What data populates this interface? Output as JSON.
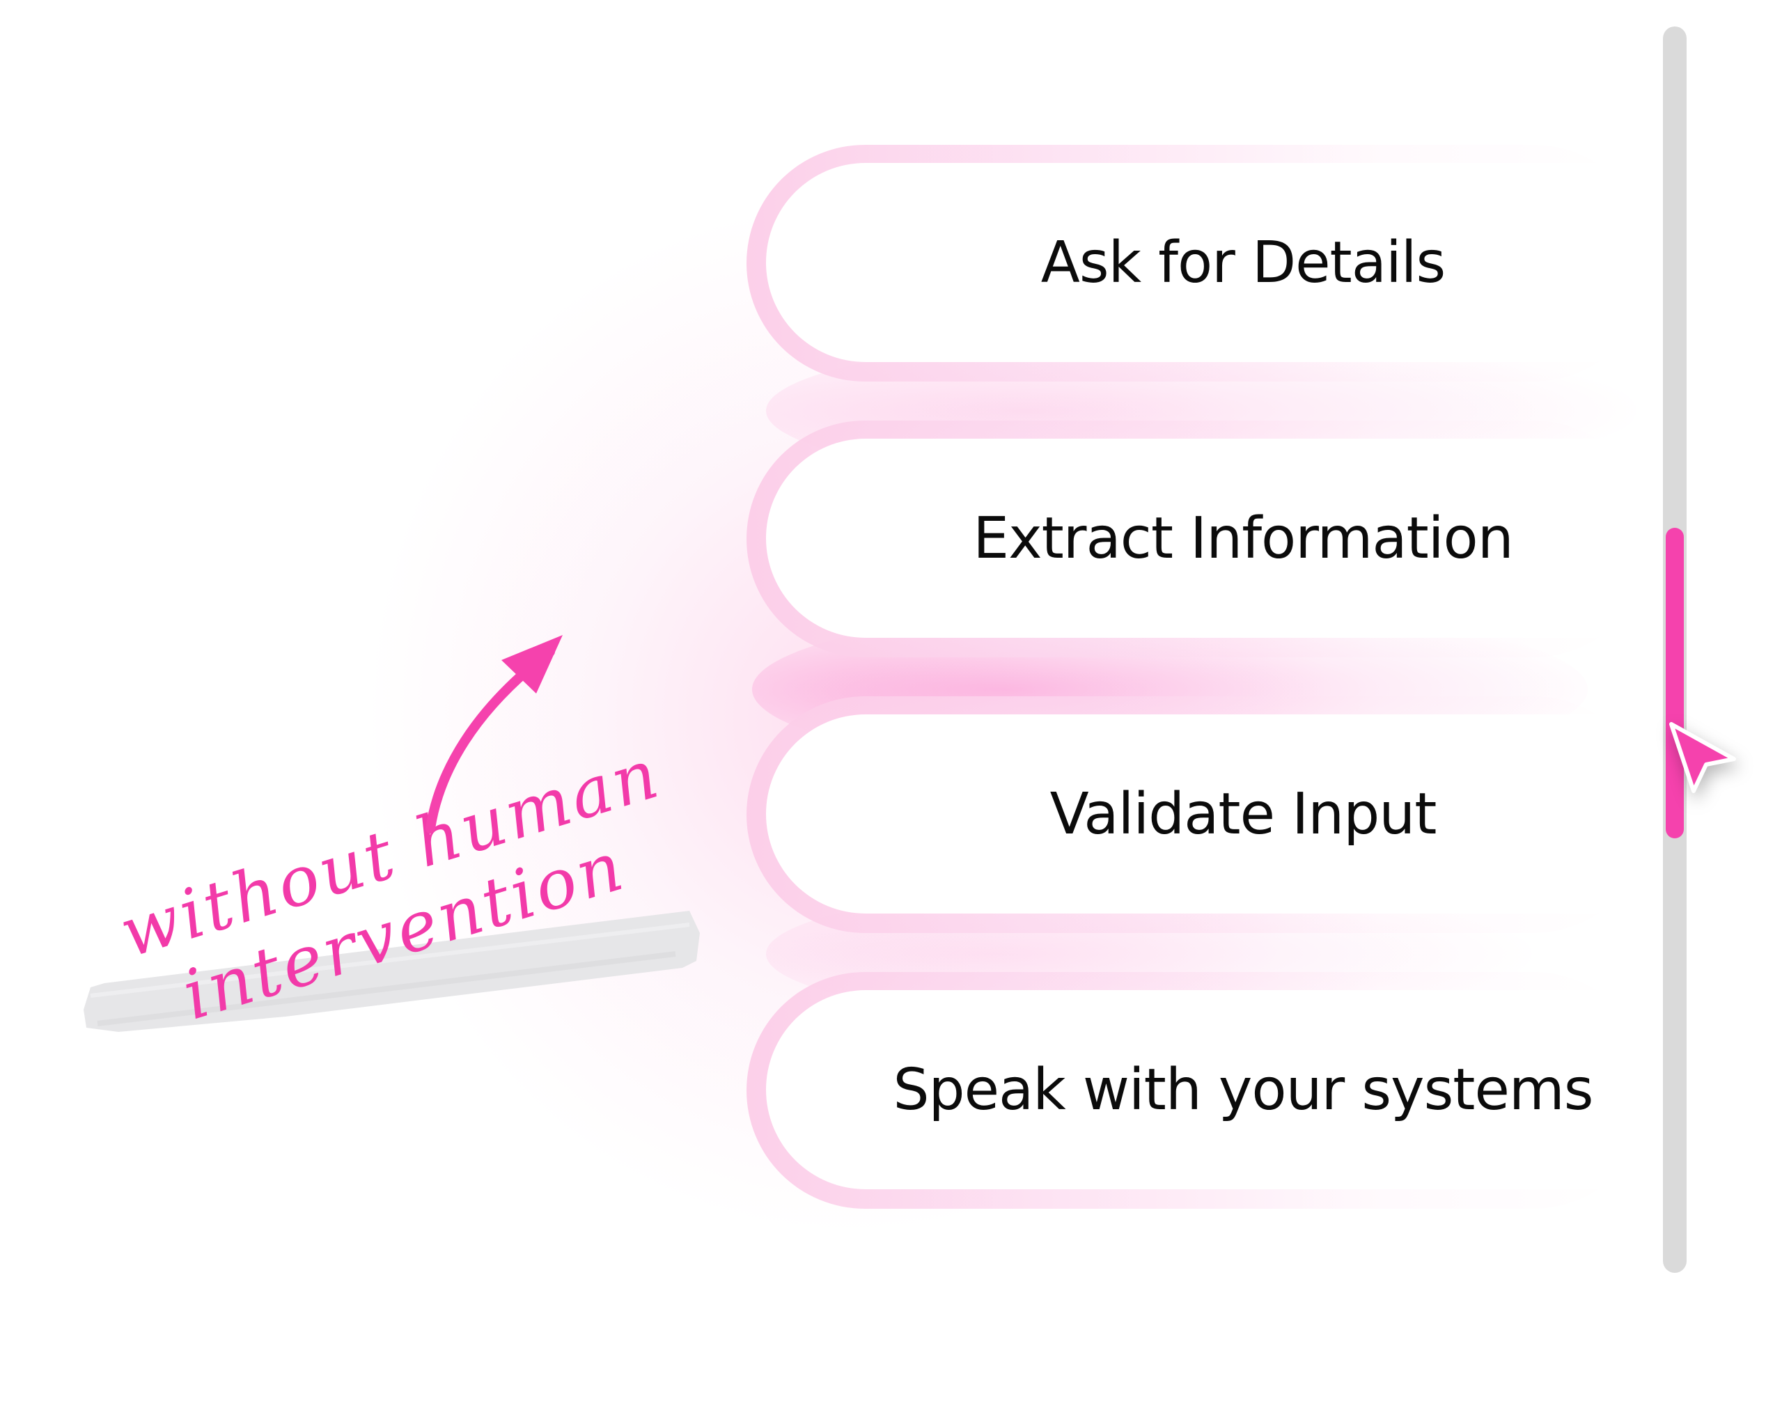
{
  "steps": [
    {
      "label": "Ask for Details"
    },
    {
      "label": "Extract Information"
    },
    {
      "label": "Validate Input"
    },
    {
      "label": "Speak with your systems"
    }
  ],
  "annotation": {
    "line1": "without human",
    "line2": "intervention"
  },
  "scrollbar": {
    "position_fraction": 0.55,
    "thumb_fraction": 0.25
  },
  "colors": {
    "accent": "#f542ad",
    "pill_ring": "#fccde8",
    "track": "#dadada",
    "text": "#0b0b0b"
  },
  "icons": {
    "cursor": "pointer-cursor-icon",
    "arrow": "curved-arrow-icon"
  }
}
